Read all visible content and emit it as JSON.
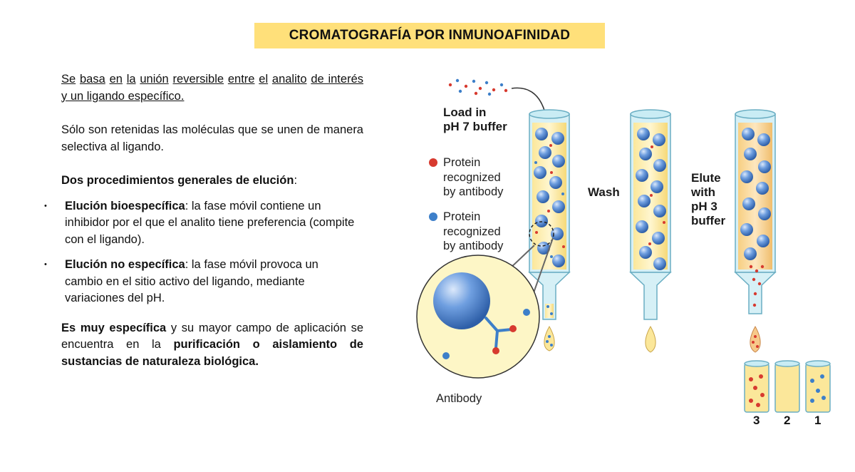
{
  "title": "CROMATOGRAFÍA POR INMUNOAFINIDAD",
  "bullet_glyph": "",
  "sub_bullet_glyph": "•",
  "items": [
    {
      "words": [
        "Se",
        "basa",
        "en",
        "la",
        "unión",
        "reversible",
        "entre",
        "el",
        "analito",
        "de interés y un ligando específico."
      ]
    },
    {
      "text": "Sólo son retenidas las moléculas que se unen de manera selectiva al ligando."
    },
    {
      "bold": "Dos procedimientos generales de elución",
      "rest": ":"
    },
    {
      "bold": "Elución bioespecífica",
      "rest": ": la fase móvil contiene un inhibidor por el que el analito tiene preferencia (compite con el ligando)."
    },
    {
      "bold": "Elución no específica",
      "rest": ": la fase móvil provoca un cambio en el sitio activo del ligando, mediante variaciones del pH."
    },
    {
      "bold": "Es muy específica",
      "mid": " y su mayor campo de aplicación se encuentra en la ",
      "bold2": "purificación o aislamiento de sustancias de naturaleza biológica."
    }
  ],
  "figure": {
    "load_label": [
      "Load in",
      "pH 7 buffer"
    ],
    "legend_red": [
      "Protein",
      "recognized",
      "by antibody"
    ],
    "legend_blue": [
      "Protein",
      "recognized",
      "by antibody"
    ],
    "wash_label": "Wash",
    "elute_label": [
      "Elute",
      "with",
      "pH 3",
      "buffer"
    ],
    "antibody_label": "Antibody",
    "tube_numbers": [
      "3",
      "2",
      "1"
    ],
    "colors": {
      "bead": "#5b8fd6",
      "column_liquid": "#fdf2b8",
      "column_glass": "#d6f0f6",
      "red_protein": "#d73a2f",
      "blue_protein": "#3d7fc9"
    }
  }
}
